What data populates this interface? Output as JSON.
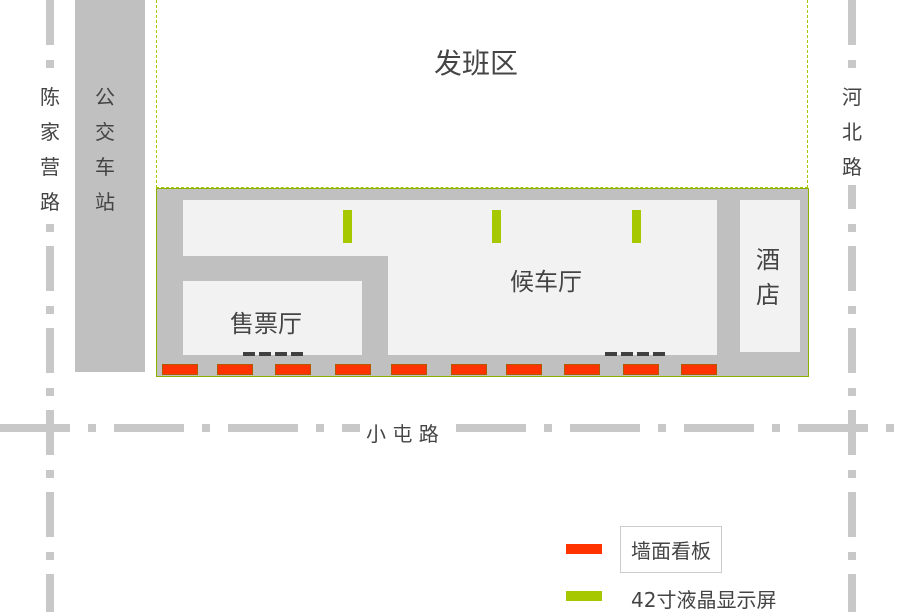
{
  "roads": {
    "left": "陈家营路",
    "right": "河北路",
    "bottom": "小 屯 路"
  },
  "bus_station": "公交车站",
  "departure_area": "发班区",
  "waiting_hall": "候车厅",
  "ticket_hall": "售票厅",
  "hotel": "酒店",
  "legend": [
    {
      "label": "墙面看板",
      "color": "#ff3300"
    },
    {
      "label": "42寸液晶显示屏",
      "color": "#a6c800"
    }
  ]
}
